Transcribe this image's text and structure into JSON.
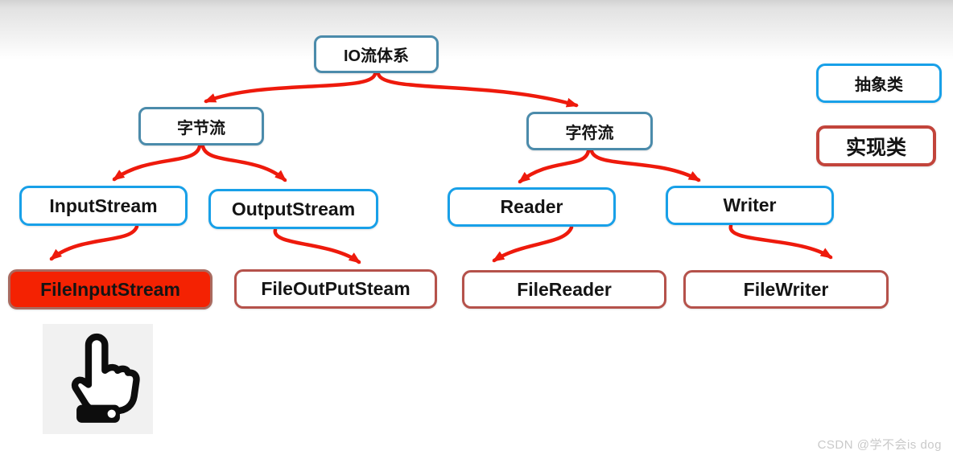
{
  "watermark": "CSDN @学不会is dog",
  "colors": {
    "steel_blue_border": "#4b8bab",
    "bright_blue_border": "#18a0e8",
    "impl_red_border": "#b5524b",
    "legend_impl_border": "#c2443b",
    "highlight_red_fill": "#f42202",
    "arrow_red": "#ee1a0c",
    "top_gradient_gray": "#d2d2d2"
  },
  "nodes": {
    "root": {
      "label": "IO流体系"
    },
    "byte_stream": {
      "label": "字节流"
    },
    "char_stream": {
      "label": "字符流"
    },
    "input_stream": {
      "label": "InputStream"
    },
    "output_stream": {
      "label": "OutputStream"
    },
    "reader": {
      "label": "Reader"
    },
    "writer": {
      "label": "Writer"
    },
    "file_input_stream": {
      "label": "FileInputStream"
    },
    "file_output_steam": {
      "label": "FileOutPutSteam"
    },
    "file_reader": {
      "label": "FileReader"
    },
    "file_writer": {
      "label": "FileWriter"
    }
  },
  "legend": {
    "abstract": {
      "label": "抽象类"
    },
    "implementation": {
      "label": "实现类"
    }
  },
  "icons": {
    "hand": "pointing-hand-icon"
  }
}
